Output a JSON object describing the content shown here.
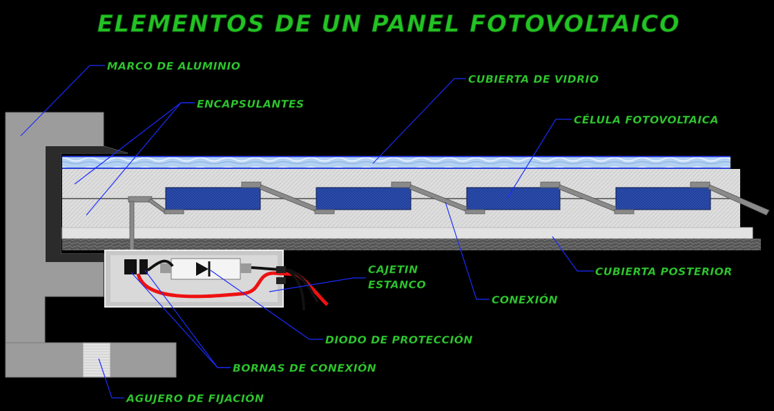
{
  "title": "ELEMENTOS DE UN PANEL FOTOVOLTAICO",
  "labels": {
    "marco": "MARCO DE ALUMINIO",
    "encapsulantes": "ENCAPSULANTES",
    "vidrio": "CUBIERTA DE VIDRIO",
    "celula": "CÉLULA FOTOVOLTAICA",
    "cajetin_1": "CAJETIN",
    "cajetin_2": "ESTANCO",
    "cubierta_posterior": "CUBIERTA POSTERIOR",
    "conexion": "CONEXIÓN",
    "diodo": "DIODO DE PROTECCIÓN",
    "bornas": "BORNAS DE CONEXIÓN",
    "agujero": "AGUJERO DE FIJACIÓN"
  },
  "colors": {
    "background": "#000000",
    "label_text": "#33cc33",
    "leader_line": "#1a2cff",
    "frame": "#999999",
    "glass": "#a8c8ee",
    "cell": "#2848a8",
    "encapsulant": "#dcdcdc",
    "back_cover": "#555555",
    "cable_red": "#ee1111"
  }
}
